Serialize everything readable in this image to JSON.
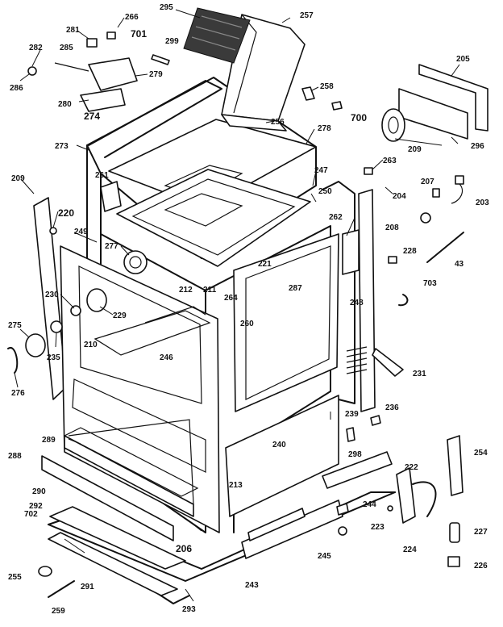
{
  "callouts": [
    {
      "id": "c295",
      "text": "295"
    },
    {
      "id": "c257",
      "text": "257"
    },
    {
      "id": "c266",
      "text": "266"
    },
    {
      "id": "c281",
      "text": "281"
    },
    {
      "id": "c701",
      "text": "701"
    },
    {
      "id": "c299",
      "text": "299"
    },
    {
      "id": "c282",
      "text": "282"
    },
    {
      "id": "c285",
      "text": "285"
    },
    {
      "id": "c279",
      "text": "279"
    },
    {
      "id": "c286",
      "text": "286"
    },
    {
      "id": "c280",
      "text": "280"
    },
    {
      "id": "c274",
      "text": "274"
    },
    {
      "id": "c258",
      "text": "258"
    },
    {
      "id": "c700",
      "text": "700"
    },
    {
      "id": "c205",
      "text": "205"
    },
    {
      "id": "c209b",
      "text": "209"
    },
    {
      "id": "c296",
      "text": "296"
    },
    {
      "id": "c256",
      "text": "256"
    },
    {
      "id": "c278",
      "text": "278"
    },
    {
      "id": "c273",
      "text": "273"
    },
    {
      "id": "c263",
      "text": "263"
    },
    {
      "id": "c247",
      "text": "247"
    },
    {
      "id": "c207",
      "text": "207"
    },
    {
      "id": "c209",
      "text": "209"
    },
    {
      "id": "c261",
      "text": "261"
    },
    {
      "id": "c250",
      "text": "250"
    },
    {
      "id": "c204",
      "text": "204"
    },
    {
      "id": "c203",
      "text": "203"
    },
    {
      "id": "c220",
      "text": "220"
    },
    {
      "id": "c262",
      "text": "262"
    },
    {
      "id": "c208",
      "text": "208"
    },
    {
      "id": "c249",
      "text": "249"
    },
    {
      "id": "c277",
      "text": "277"
    },
    {
      "id": "c221",
      "text": "221"
    },
    {
      "id": "c228",
      "text": "228"
    },
    {
      "id": "c43",
      "text": "43"
    },
    {
      "id": "c212",
      "text": "212"
    },
    {
      "id": "c211",
      "text": "211"
    },
    {
      "id": "c287",
      "text": "287"
    },
    {
      "id": "c703",
      "text": "703"
    },
    {
      "id": "c230",
      "text": "230"
    },
    {
      "id": "c229",
      "text": "229"
    },
    {
      "id": "c264",
      "text": "264"
    },
    {
      "id": "c248",
      "text": "248"
    },
    {
      "id": "c275",
      "text": "275"
    },
    {
      "id": "c260",
      "text": "260"
    },
    {
      "id": "c235",
      "text": "235"
    },
    {
      "id": "c210",
      "text": "210"
    },
    {
      "id": "c246",
      "text": "246"
    },
    {
      "id": "c231",
      "text": "231"
    },
    {
      "id": "c276",
      "text": "276"
    },
    {
      "id": "c239",
      "text": "239"
    },
    {
      "id": "c236",
      "text": "236"
    },
    {
      "id": "c288",
      "text": "288"
    },
    {
      "id": "c289",
      "text": "289"
    },
    {
      "id": "c240",
      "text": "240"
    },
    {
      "id": "c298",
      "text": "298"
    },
    {
      "id": "c254",
      "text": "254"
    },
    {
      "id": "c222",
      "text": "222"
    },
    {
      "id": "c290",
      "text": "290"
    },
    {
      "id": "c213",
      "text": "213"
    },
    {
      "id": "c292",
      "text": "292"
    },
    {
      "id": "c244",
      "text": "244"
    },
    {
      "id": "c702",
      "text": "702"
    },
    {
      "id": "c223",
      "text": "223"
    },
    {
      "id": "c227",
      "text": "227"
    },
    {
      "id": "c206",
      "text": "206"
    },
    {
      "id": "c224",
      "text": "224"
    },
    {
      "id": "c245",
      "text": "245"
    },
    {
      "id": "c255",
      "text": "255"
    },
    {
      "id": "c243",
      "text": "243"
    },
    {
      "id": "c226",
      "text": "226"
    },
    {
      "id": "c291",
      "text": "291"
    },
    {
      "id": "c259",
      "text": "259"
    },
    {
      "id": "c293",
      "text": "293"
    }
  ]
}
